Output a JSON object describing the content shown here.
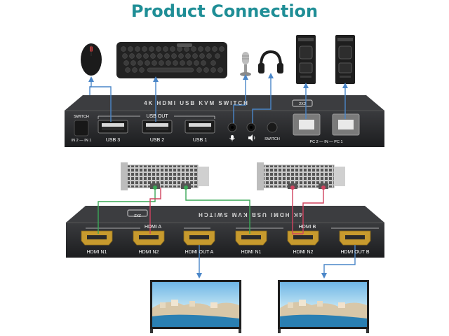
{
  "title": "Product Connection",
  "top_switch": {
    "name": "4K HDMI USB KVM SWITCH",
    "badge": "2X2",
    "switch_label": "SWITCH",
    "in_label": "IN 2 — IN 1",
    "usb_out": "USB OUT",
    "usb_ports": [
      "USB 3",
      "USB 2",
      "USB 1"
    ],
    "mic_icon": "microphone-icon",
    "speaker_icon": "speaker-icon",
    "switch_button": "SWITCH",
    "pc_label": "PC 2 — IN — PC 1"
  },
  "bottom_switch": {
    "name": "4K HDMI USB KVM SWITCH",
    "badge": "2X2",
    "group_a": "HDMI A",
    "group_b": "HDMI B",
    "ports": [
      "HDMI N1",
      "HDMI N2",
      "HDMI OUT A",
      "HDMI N1",
      "HDMI N2",
      "HDMI OUT B"
    ]
  },
  "colors": {
    "title": "#1f8e96",
    "switch_body": "#2b2c2e",
    "cable_blue": "#4a86c8",
    "cable_green": "#3aa957",
    "cable_red": "#d0435f",
    "hdmi_gold": "#c79a2e"
  }
}
